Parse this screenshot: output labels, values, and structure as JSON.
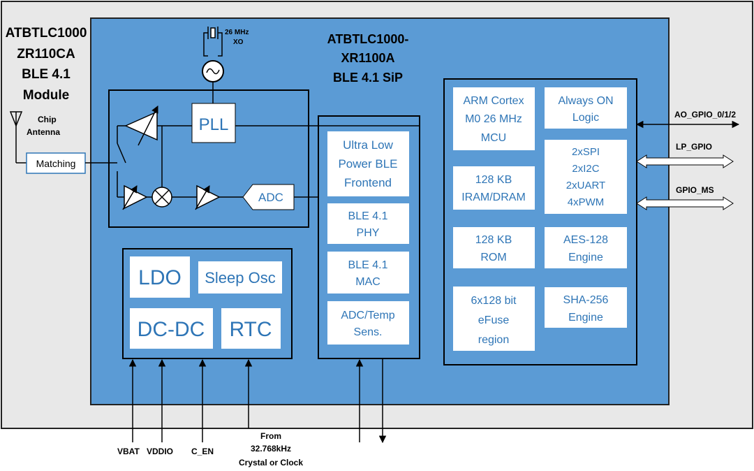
{
  "module": {
    "line1": "ATBTLC1000",
    "line2": "ZR110CA",
    "line3": "BLE 4.1",
    "line4": "Module"
  },
  "sip": {
    "line1": "ATBTLC1000-",
    "line2": "XR1100A",
    "line3": "BLE 4.1 SiP"
  },
  "xo": {
    "line1": "26 MHz",
    "line2": "XO"
  },
  "antenna": {
    "line1": "Chip",
    "line2": "Antenna"
  },
  "matching": "Matching",
  "pll": "PLL",
  "adc": "ADC",
  "frontend": {
    "line1": "Ultra Low",
    "line2": "Power BLE",
    "line3": "Frontend"
  },
  "phy": {
    "line1": "BLE 4.1",
    "line2": "PHY"
  },
  "mac": {
    "line1": "BLE 4.1",
    "line2": "MAC"
  },
  "adctemp": {
    "line1": "ADC/Temp",
    "line2": "Sens."
  },
  "power": {
    "ldo": "LDO",
    "sleep_osc": "Sleep Osc",
    "dcdc": "DC-DC",
    "rtc": "RTC"
  },
  "mcu": {
    "line1": "ARM Cortex",
    "line2": "M0 26 MHz",
    "line3": "MCU"
  },
  "always_on": {
    "line1": "Always ON",
    "line2": "Logic"
  },
  "serial": {
    "line1": "2xSPI",
    "line2": "2xI2C",
    "line3": "2xUART",
    "line4": "4xPWM"
  },
  "iram": {
    "line1": "128 KB",
    "line2": "IRAM/DRAM"
  },
  "rom": {
    "line1": "128 KB",
    "line2": "ROM"
  },
  "aes": {
    "line1": "AES-128",
    "line2": "Engine"
  },
  "efuse": {
    "line1": "6x128 bit",
    "line2": "eFuse",
    "line3": "region"
  },
  "sha": {
    "line1": "SHA-256",
    "line2": "Engine"
  },
  "pins": {
    "ao_gpio": "AO_GPIO_0/1/2",
    "lp_gpio": "LP_GPIO",
    "gpio_ms": "GPIO_MS",
    "vbat": "VBAT",
    "vddio": "VDDIO",
    "c_en": "C_EN",
    "from": "From",
    "freq": "32.768kHz",
    "crystal": "Crystal or Clock"
  },
  "colors": {
    "sip_fill": "#5b9bd5",
    "module_fill": "#e8e8e8",
    "box_fill": "#ffffff",
    "text_blue": "#2e75b6"
  }
}
